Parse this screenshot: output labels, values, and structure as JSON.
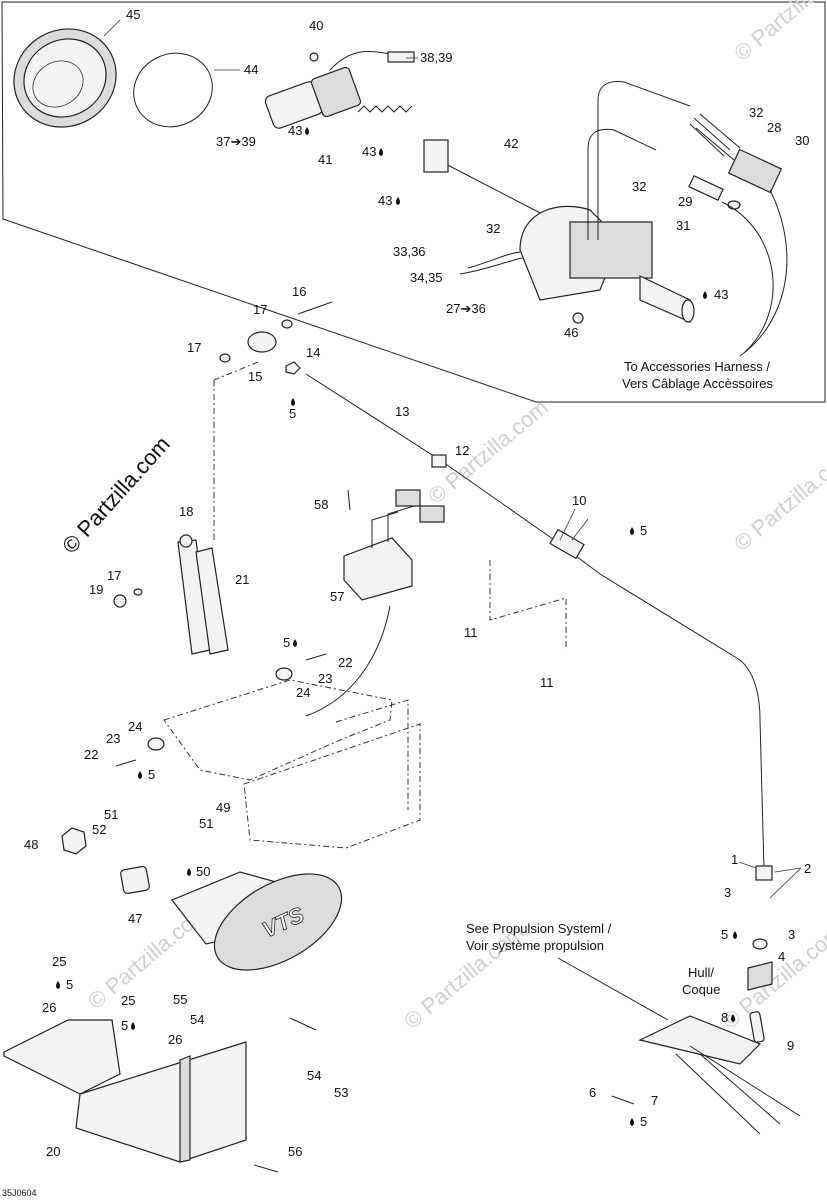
{
  "diagram": {
    "code": "35J0604",
    "watermark_main": "© Partzilla.com",
    "watermark_faint": "© Partzilla.com",
    "notes": {
      "accessories_en": "To Accessories Harness /",
      "accessories_fr": "Vers Câblage Accèssoires",
      "propulsion_en": "See Propulsion Systeml /",
      "propulsion_fr": "Voir système propulsion",
      "hull_en": "Hull/",
      "hull_fr": "Coque"
    },
    "labels": {
      "l45": "45",
      "l44": "44",
      "l40": "40",
      "l3839": "38,39",
      "l3739": "37➔39",
      "l43a": "43",
      "l41": "41",
      "l43b": "43",
      "l42": "42",
      "l43c": "43",
      "l32a": "32",
      "l28": "28",
      "l30": "30",
      "l32b": "32",
      "l29": "29",
      "l31": "31",
      "l32c": "32",
      "l3336": "33,36",
      "l3435": "34,35",
      "l2736": "27➔36",
      "l43d": "43",
      "l46": "46",
      "l16": "16",
      "l17a": "17",
      "l17b": "17",
      "l14": "14",
      "l15": "15",
      "l5a": "5",
      "l13": "13",
      "l12": "12",
      "l58": "58",
      "l10": "10",
      "l5b": "5",
      "l18": "18",
      "l17c": "17",
      "l19": "19",
      "l21": "21",
      "l57": "57",
      "l11a": "11",
      "l11b": "11",
      "l5c": "5",
      "l22a": "22",
      "l23a": "23",
      "l24a": "24",
      "l24b": "24",
      "l23b": "23",
      "l22b": "22",
      "l5d": "5",
      "l51a": "51",
      "l49": "49",
      "l52": "52",
      "l51b": "51",
      "l48": "48",
      "l50": "50",
      "l47": "47",
      "l25a": "25",
      "l5e": "5",
      "l26a": "26",
      "l25b": "25",
      "l5f": "5",
      "l26b": "26",
      "l55": "55",
      "l54a": "54",
      "l54b": "54",
      "l53": "53",
      "l20": "20",
      "l56": "56",
      "l1": "1",
      "l2": "2",
      "l3a": "3",
      "l3b": "3",
      "l5g": "5",
      "l4": "4",
      "l8": "8",
      "l9": "9",
      "l6": "6",
      "l7": "7",
      "l5h": "5",
      "vts": "VTS"
    }
  }
}
